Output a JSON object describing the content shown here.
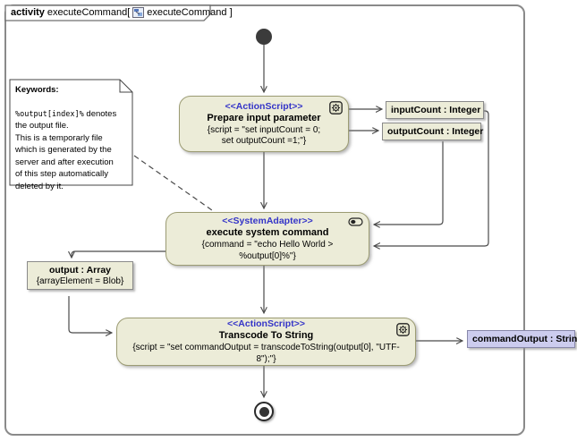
{
  "frame": {
    "keyword": "activity",
    "text_before_icon": "executeCommand[",
    "text_after_icon": "executeCommand ]"
  },
  "note": {
    "heading": "Keywords:",
    "mono": "%output[index]%",
    "after_mono": " denotes the output file.",
    "paragraph": "This is a temporarly file which is generated by the server and after execution of this step automatically deleted by it."
  },
  "nodes": {
    "prepare": {
      "stereotype": "<<ActionScript>>",
      "name": "Prepare input parameter",
      "body_line1": "{script = \"set inputCount = 0;",
      "body_line2": "set outputCount =1;\"}"
    },
    "execute": {
      "stereotype": "<<SystemAdapter>>",
      "name": "execute system command",
      "body": "{command = \"echo Hello World > %output[0]%\"}"
    },
    "transcode": {
      "stereotype": "<<ActionScript>>",
      "name": "Transcode To String",
      "body": "{script = \"set commandOutput = transcodeToString(output[0], \"UTF-8\");\"}"
    }
  },
  "pins": {
    "input_count": {
      "label": "inputCount : Integer"
    },
    "output_count": {
      "label": "outputCount : Integer"
    },
    "output_array": {
      "label": "output : Array",
      "body": "{arrayElement = Blob}"
    },
    "command_output": {
      "label": "commandOutput : String"
    }
  },
  "colors": {
    "node_fill": "#ececd8",
    "node_border": "#9c9c74",
    "stereotype_blue": "#3434c8",
    "pin_blue_fill": "#ccccee",
    "edge": "#4a4a4a",
    "frame_border": "#8a8a8a"
  }
}
